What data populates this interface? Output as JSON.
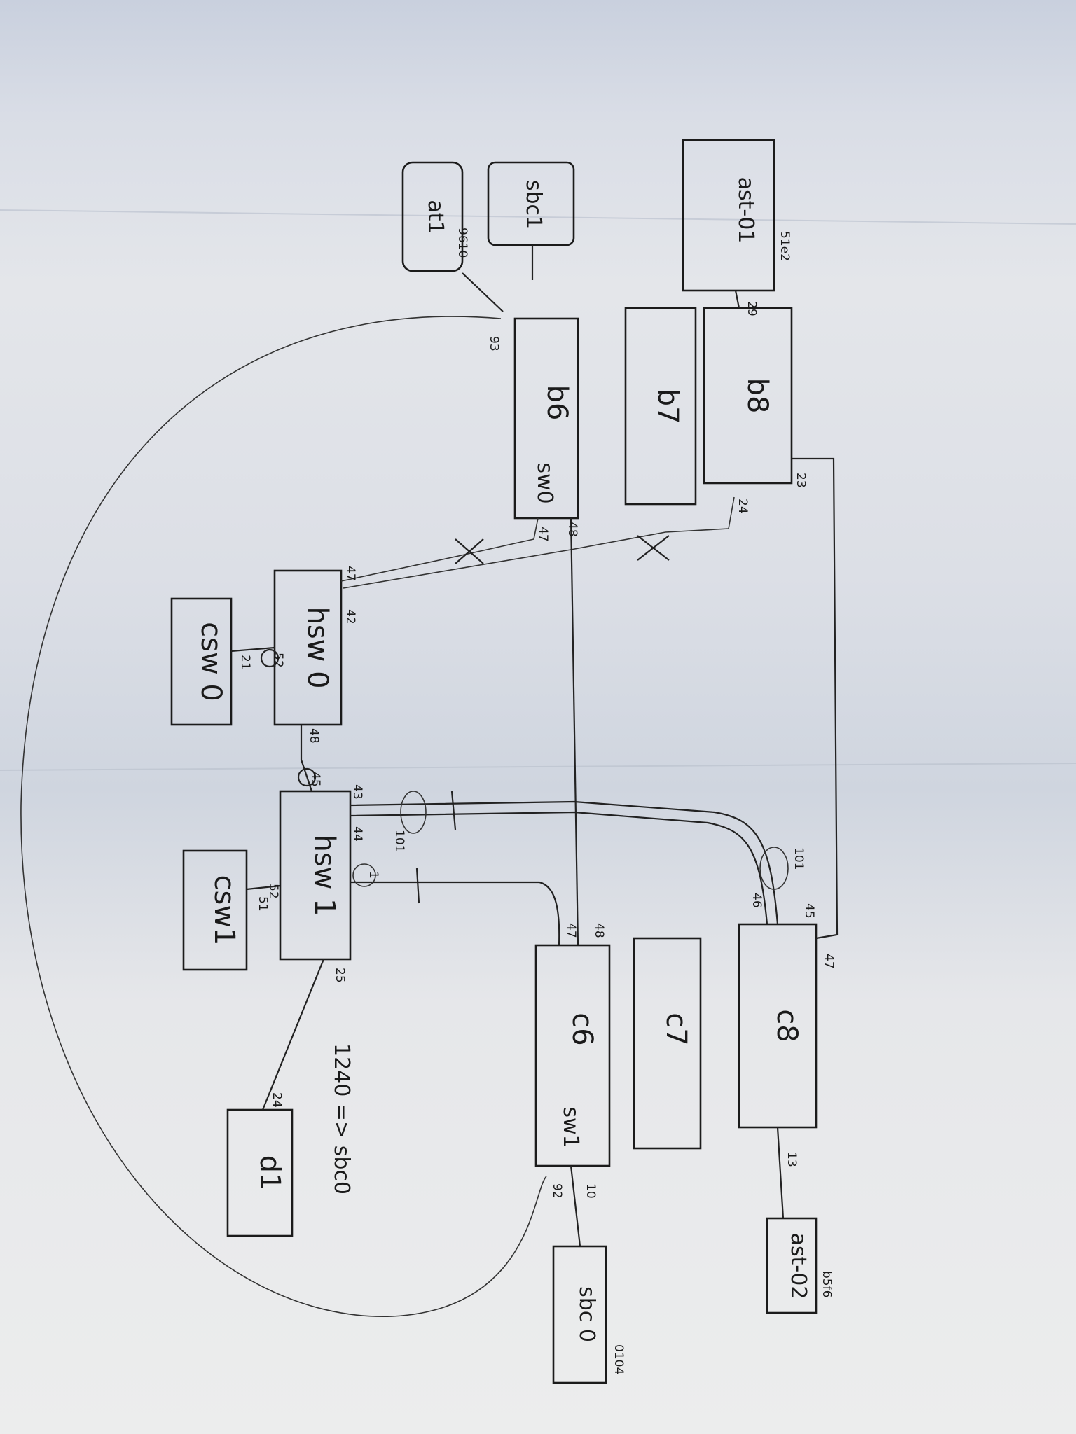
{
  "nodes": {
    "ast01": "ast-01",
    "sbc1": "sbc1",
    "at1": "at1",
    "b8": "b8",
    "b7": "b7",
    "b6": "b6",
    "b6_sw": "sw0",
    "hsw0": "hsw 0",
    "csw0": "csw 0",
    "hsw1": "hsw 1",
    "csw1": "csw1",
    "c8": "c8",
    "c7": "c7",
    "c6": "c6",
    "c6_sw": "sw1",
    "d1": "d1",
    "sbc0": "sbc 0",
    "ast02": "ast-02"
  },
  "notes": {
    "ast01_id": "51e2",
    "sbc1_id": "9610",
    "ast02_id": "b5f6",
    "sbc0_id": "0104",
    "redirect": "1240 => sbc0"
  },
  "ports": {
    "p29": "29",
    "p23": "23",
    "p24": "24",
    "p93": "93",
    "p47_b6": "47",
    "p48_b6": "48",
    "p47_hsw0": "47",
    "p42_hsw0": "42",
    "p52_hsw0": "52",
    "p21_hsw0": "21",
    "p48_hsw0": "48",
    "p43_hsw1": "43",
    "p44_hsw1": "44",
    "p45_hsw1": "45",
    "p52_hsw1": "52",
    "p51_hsw1": "51",
    "p25_hsw1": "25",
    "p47_c6": "47",
    "p48_c6": "48",
    "p10_c6": "10",
    "p92_c6": "92",
    "p46_c8": "46",
    "p45_c8": "45",
    "p47_c8": "47",
    "p13_c8": "13",
    "p24_d1": "24",
    "v101_a": "101",
    "v101_b": "101",
    "v1_hsw1": "1"
  }
}
